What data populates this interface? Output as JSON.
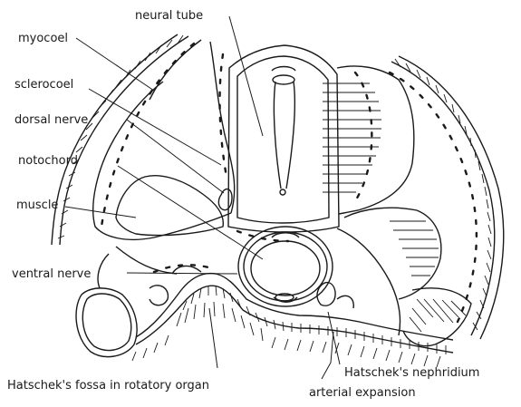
{
  "figure": {
    "labels": {
      "neural_tube": "neural tube",
      "myocoel": "myocoel",
      "sclerocoel": "sclerocoel",
      "dorsal_nerve": "dorsal nerve",
      "notochord": "notochord",
      "muscle": "muscle",
      "ventral_nerve": "ventral nerve",
      "hatscheks_fossa": "Hatschek's fossa in rotatory organ",
      "hatscheks_nephridium": "Hatschek's nephridium",
      "arterial_expansion": "arterial expansion"
    }
  }
}
